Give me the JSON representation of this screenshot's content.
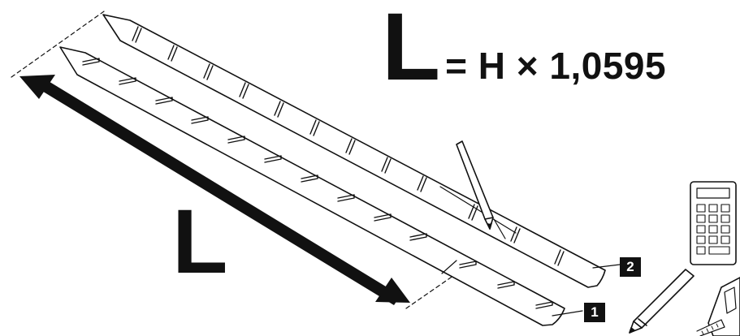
{
  "formula": {
    "length_symbol": "L",
    "expression": "= H × 1,0595"
  },
  "length_label": "L",
  "part_labels": [
    "1",
    "2"
  ],
  "colors": {
    "ink": "#111111",
    "background": "#ffffff"
  },
  "icons": [
    "stringer-board",
    "pencil-icon",
    "calculator-icon",
    "tape-measure-icon",
    "double-arrow"
  ]
}
